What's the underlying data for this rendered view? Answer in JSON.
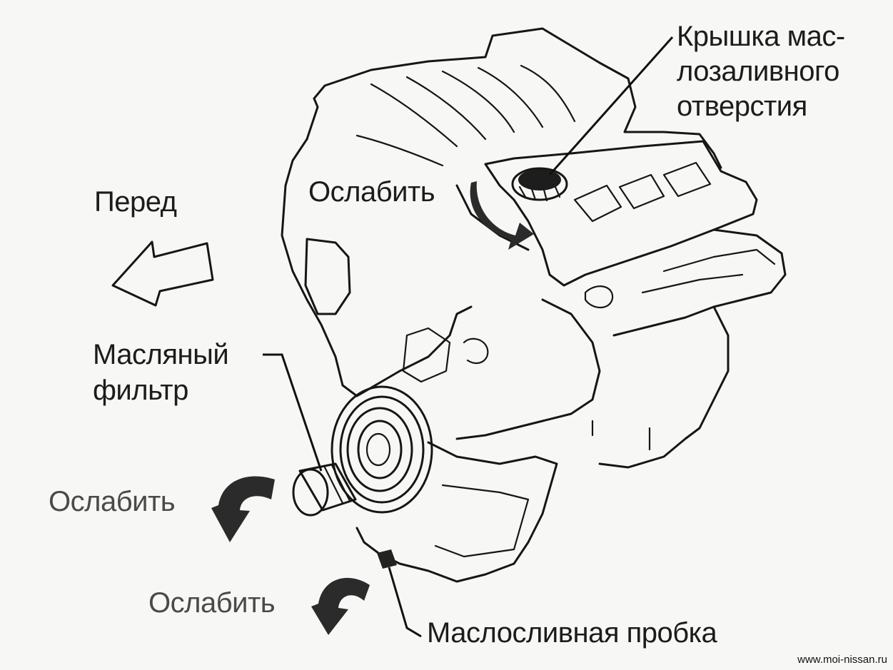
{
  "labels": {
    "front": "Перед",
    "oil_filler_cap_line1": "Крышка мас-",
    "oil_filler_cap_line2": "лозаливного",
    "oil_filler_cap_line3": "отверстия",
    "loosen_top": "Ослабить",
    "oil_filter_line1": "Масляный",
    "oil_filter_line2": "фильтр",
    "loosen_filter": "Ослабить",
    "loosen_drain": "Ослабить",
    "drain_plug": "Маслосливная пробка"
  },
  "watermark": "www.moi-nissan.ru",
  "colors": {
    "ink": "#161616",
    "paper": "#f7f7f5",
    "arrow_fill": "#2b2b2b"
  },
  "icons": [
    "front-arrow-icon",
    "loosen-arrow-icon"
  ]
}
